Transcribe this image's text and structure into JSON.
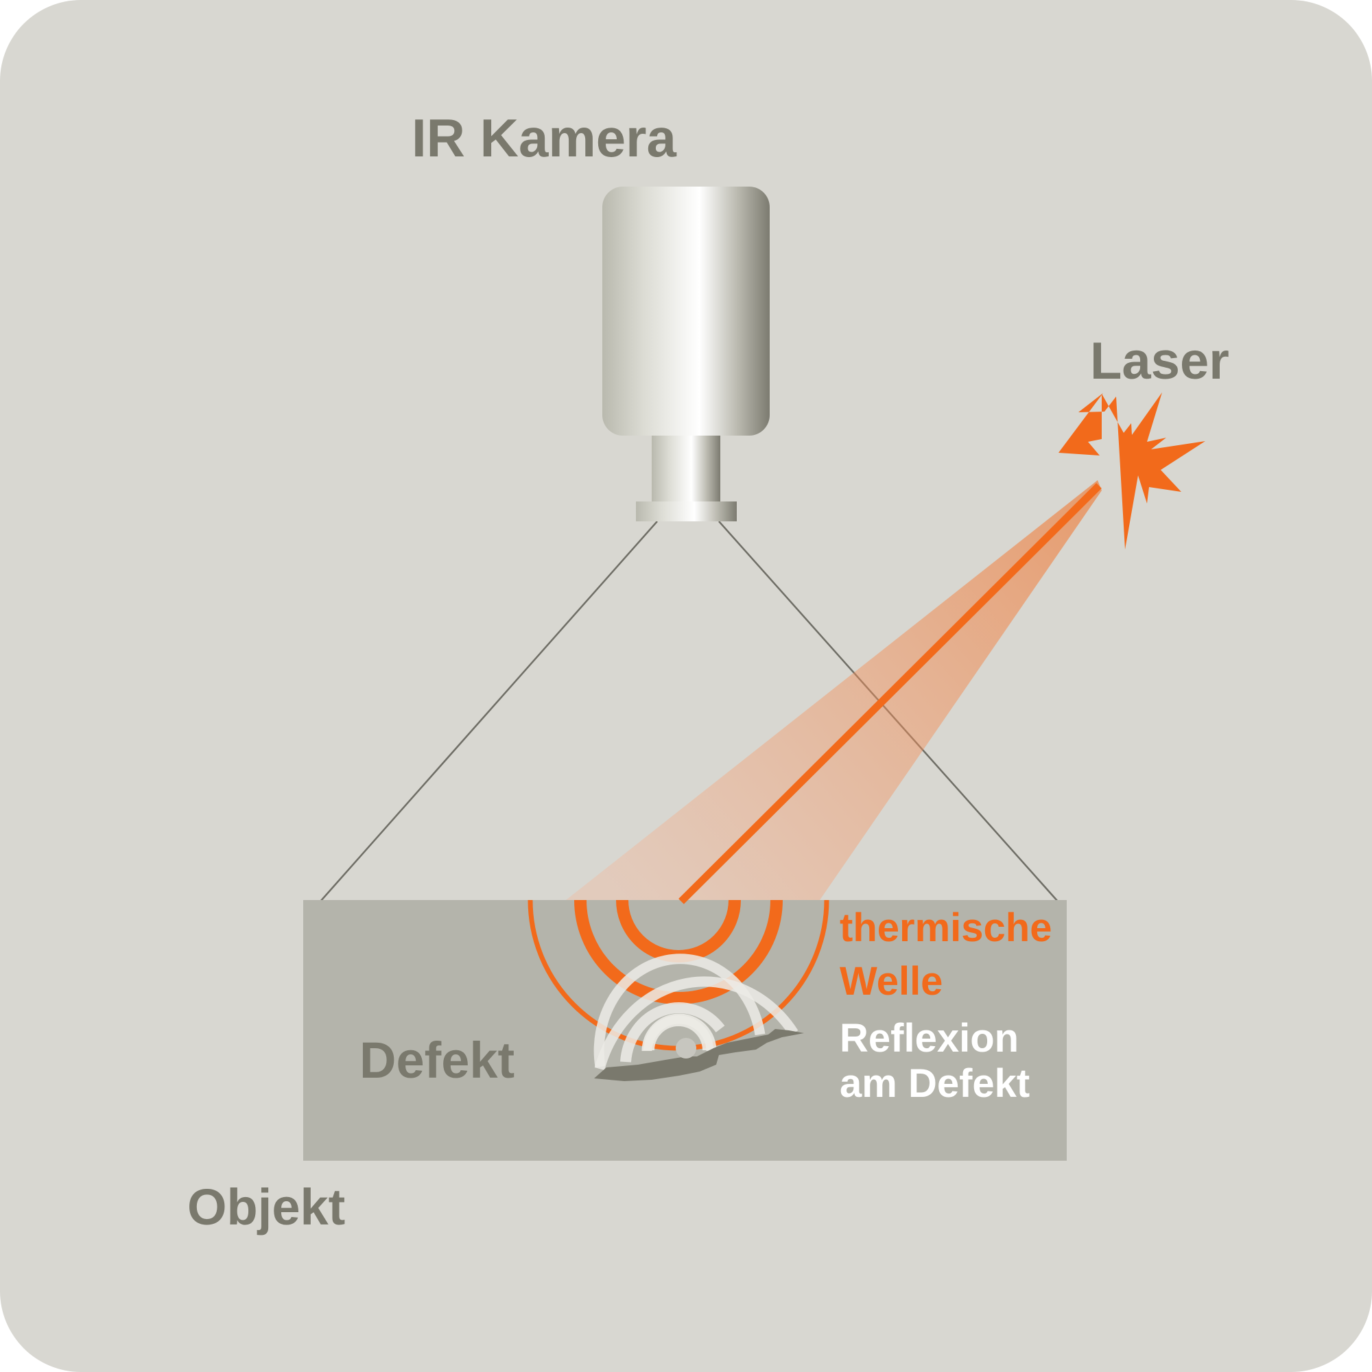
{
  "labels": {
    "camera": "IR Kamera",
    "laser": "Laser",
    "thermal_wave_line1": "thermische",
    "thermal_wave_line2": "Welle",
    "reflection_line1": "Reflexion",
    "reflection_line2": "am Defekt",
    "defect": "Defekt",
    "object": "Objekt"
  },
  "colors": {
    "background": "#d8d7d1",
    "object_fill": "#b4b4ab",
    "accent_orange": "#f26a1b",
    "label_gray": "#7a796d",
    "reflection_white": "#ffffff",
    "defect_dark": "#7a796d"
  }
}
